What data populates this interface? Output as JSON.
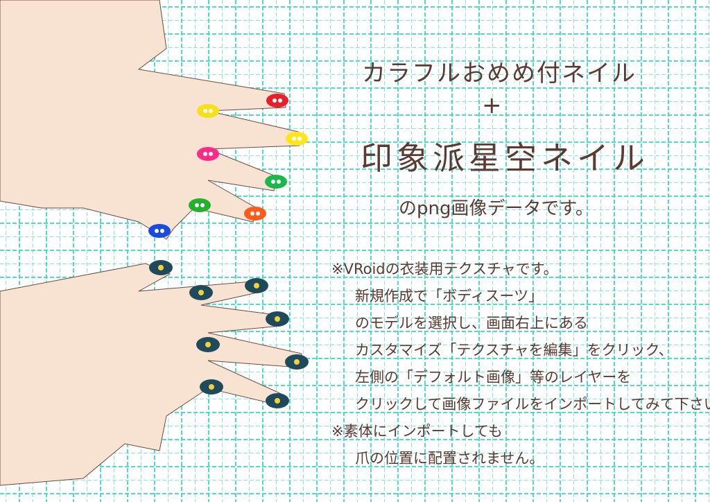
{
  "title_line1": "カラフルおめめ付ネイル",
  "plus": "+",
  "title_line2": "印象派星空ネイル",
  "subtitle": "のpng画像データです。",
  "notes": [
    "※VRoidの衣装用テクスチャです。",
    "新規作成で「ボディスーツ」",
    "のモデルを選択し、画面右上にある",
    "カスタマイズ「テクスチャを編集」をクリック、",
    "左側の「デフォルト画像」等のレイヤーを",
    "クリックして画像ファイルをインポートしてみて下さい。",
    "※素体にインポートしても",
    "爪の位置に配置されません。"
  ],
  "colors": {
    "grid": "#3fd9c4",
    "text": "#5b3b31",
    "skin": "#f8e2d2",
    "nails_top": [
      "#e8202a",
      "#f4e11a",
      "#ffe51a",
      "#ff2a8a",
      "#18b84a",
      "#22b02e",
      "#ff5a1a",
      "#1a4adf"
    ],
    "nails_bottom": "#1f4a5c"
  }
}
